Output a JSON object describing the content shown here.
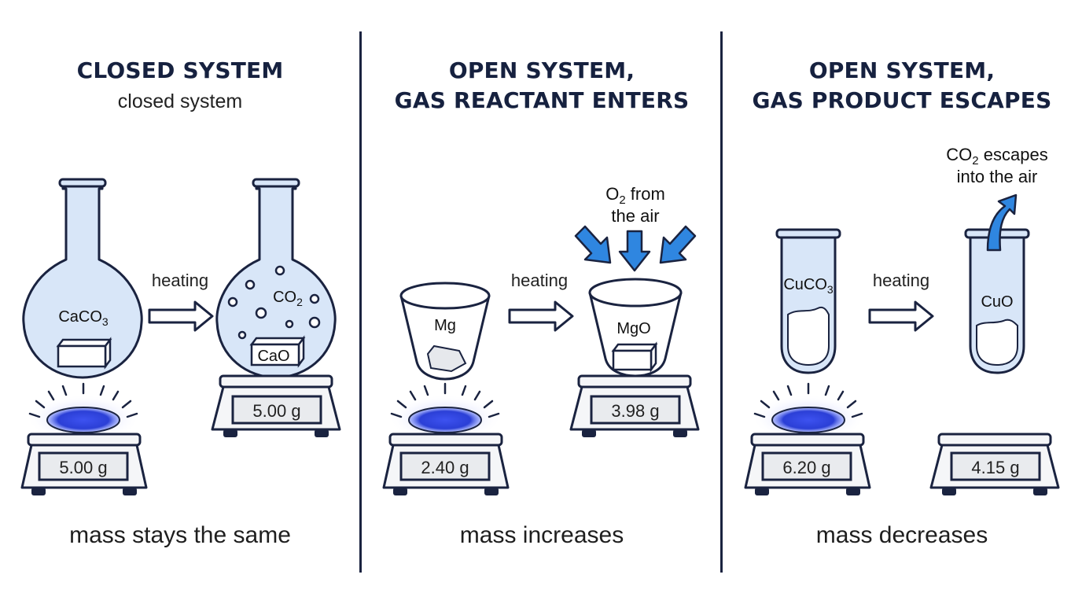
{
  "panels": [
    {
      "title_lines": [
        "CLOSED SYSTEM"
      ],
      "subtitle": "closed system",
      "process_label": "heating",
      "before": {
        "substance": "CaCO",
        "subscript": "3",
        "mass": "5.00 g"
      },
      "after": {
        "gas": "CO",
        "gas_subscript": "2",
        "solid": "CaO",
        "mass": "5.00 g"
      },
      "result": "mass stays the same"
    },
    {
      "title_lines": [
        "OPEN SYSTEM,",
        "GAS REACTANT ENTERS"
      ],
      "process_label": "heating",
      "gas_note": {
        "prefix": "O",
        "subscript": "2",
        "rest": " from",
        "line2": "the air"
      },
      "before": {
        "substance": "Mg",
        "mass": "2.40 g"
      },
      "after": {
        "substance": "MgO",
        "mass": "3.98 g"
      },
      "result": "mass increases"
    },
    {
      "title_lines": [
        "OPEN SYSTEM,",
        "GAS PRODUCT ESCAPES"
      ],
      "process_label": "heating",
      "gas_note": {
        "prefix": "CO",
        "subscript": "2",
        "rest": " escapes",
        "line2": "into the air"
      },
      "before": {
        "substance": "CuCO",
        "subscript": "3",
        "mass": "6.20 g"
      },
      "after": {
        "substance": "CuO",
        "mass": "4.15 g"
      },
      "result": "mass decreases"
    }
  ],
  "colors": {
    "outline": "#1a2340",
    "glass_fill": "#d8e6f8",
    "flame": "#2b3fd6",
    "arrow_blue": "#2f86e0",
    "scale_body": "#f5f6f8",
    "display": "#e9ebee"
  }
}
